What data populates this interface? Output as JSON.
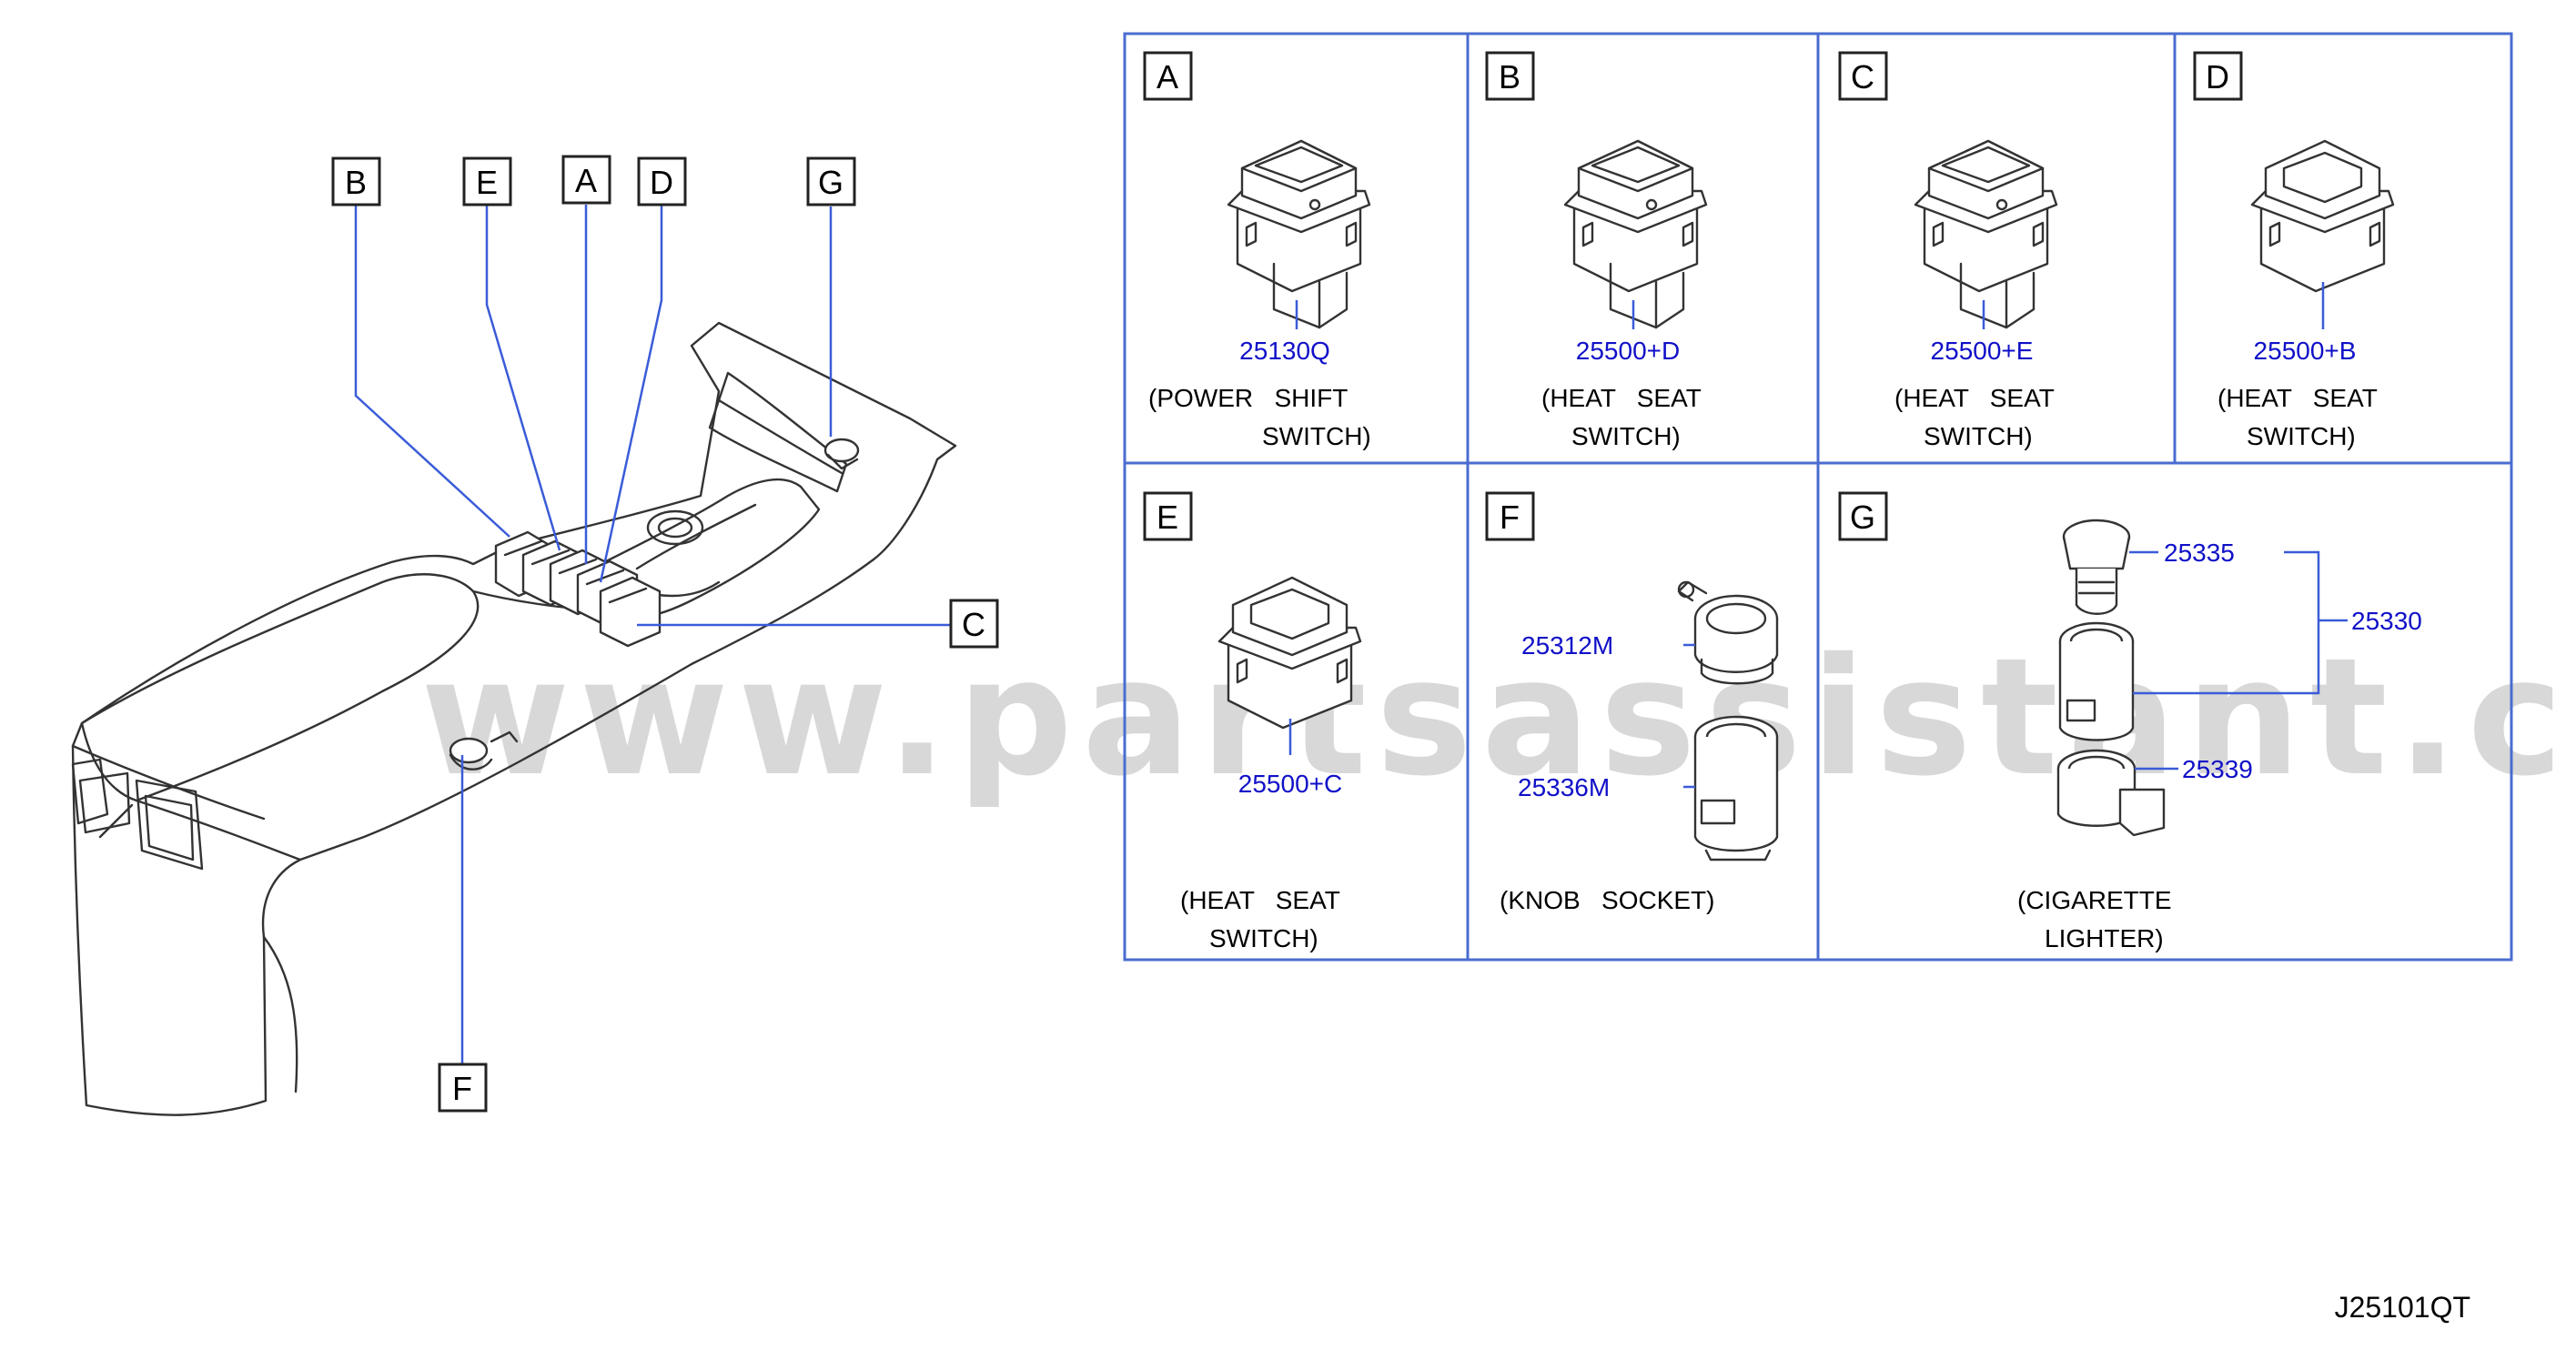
{
  "watermark": "www.partsassistant.com",
  "diagram_code": "J25101QT",
  "overview_callouts": {
    "B": "B",
    "E": "E",
    "A": "A",
    "D": "D",
    "G": "G",
    "C": "C",
    "F": "F"
  },
  "panels": [
    {
      "id": "A",
      "letter": "A",
      "part_number": "25130Q",
      "desc_line1": "(POWER   SHIFT",
      "desc_line2": "SWITCH)"
    },
    {
      "id": "B",
      "letter": "B",
      "part_number": "25500+D",
      "desc_line1": "(HEAT   SEAT",
      "desc_line2": "SWITCH)"
    },
    {
      "id": "C",
      "letter": "C",
      "part_number": "25500+E",
      "desc_line1": "(HEAT   SEAT",
      "desc_line2": "SWITCH)"
    },
    {
      "id": "D",
      "letter": "D",
      "part_number": "25500+B",
      "desc_line1": "(HEAT   SEAT",
      "desc_line2": "SWITCH)"
    },
    {
      "id": "E",
      "letter": "E",
      "part_number": "25500+C",
      "desc_line1": "(HEAT   SEAT",
      "desc_line2": "SWITCH)"
    },
    {
      "id": "F",
      "letter": "F",
      "part_numbers": [
        "25312M",
        "25336M"
      ],
      "desc_line1": "(KNOB   SOCKET)"
    },
    {
      "id": "G",
      "letter": "G",
      "part_numbers": [
        "25335",
        "25330",
        "25339"
      ],
      "desc_line1": "(CIGARETTE",
      "desc_line2": "LIGHTER)"
    }
  ]
}
